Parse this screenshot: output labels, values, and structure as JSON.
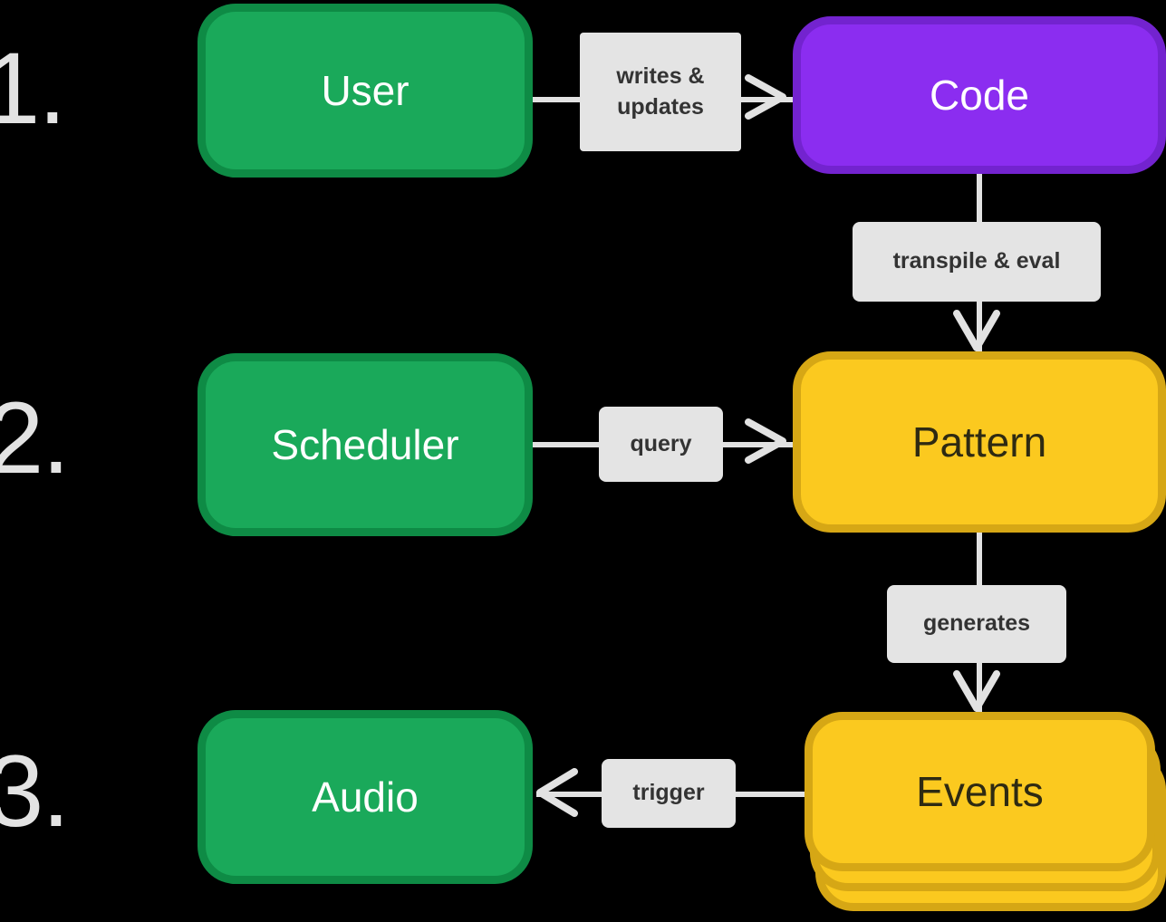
{
  "diagram": {
    "title": "Live coding audio pipeline flow",
    "background_color": "#000000",
    "palette": {
      "green_fill": "#1aa95a",
      "green_border": "#0e8b45",
      "purple_fill": "#8b2df0",
      "purple_border": "#7323cf",
      "yellow_fill": "#fbc91f",
      "yellow_border": "#d6a715",
      "label_chip_bg": "#e4e4e4",
      "label_chip_text": "#333333",
      "connector": "#e2e2e2",
      "step_number": "#e3e3e3",
      "node_light_text": "#ffffff",
      "node_dark_text": "#2e2a12"
    },
    "steps": [
      {
        "id": "step-1",
        "label": "1."
      },
      {
        "id": "step-2",
        "label": "2."
      },
      {
        "id": "step-3",
        "label": "3."
      }
    ],
    "nodes": [
      {
        "id": "user",
        "label": "User",
        "color": "green",
        "shape": "rounded-rect"
      },
      {
        "id": "code",
        "label": "Code",
        "color": "purple",
        "shape": "rounded-rect"
      },
      {
        "id": "scheduler",
        "label": "Scheduler",
        "color": "green",
        "shape": "rounded-rect"
      },
      {
        "id": "pattern",
        "label": "Pattern",
        "color": "yellow",
        "shape": "rounded-rect"
      },
      {
        "id": "audio",
        "label": "Audio",
        "color": "green",
        "shape": "rounded-rect"
      },
      {
        "id": "events",
        "label": "Events",
        "color": "yellow",
        "shape": "stacked-rect",
        "stack_layers": 3
      }
    ],
    "edges": [
      {
        "id": "edge-user-code",
        "from": "user",
        "to": "code",
        "label": "writes &\nupdates",
        "direction": "right"
      },
      {
        "id": "edge-code-pattern",
        "from": "code",
        "to": "pattern",
        "label": "transpile & eval",
        "direction": "down"
      },
      {
        "id": "edge-scheduler-pattern",
        "from": "scheduler",
        "to": "pattern",
        "label": "query",
        "direction": "right"
      },
      {
        "id": "edge-pattern-events",
        "from": "pattern",
        "to": "events",
        "label": "generates",
        "direction": "down"
      },
      {
        "id": "edge-events-audio",
        "from": "events",
        "to": "audio",
        "label": "trigger",
        "direction": "left"
      }
    ],
    "edge_labels": {
      "writes_updates_line1": "writes &",
      "writes_updates_line2": "updates",
      "transpile_eval": "transpile & eval",
      "query": "query",
      "generates": "generates",
      "trigger": "trigger"
    }
  }
}
